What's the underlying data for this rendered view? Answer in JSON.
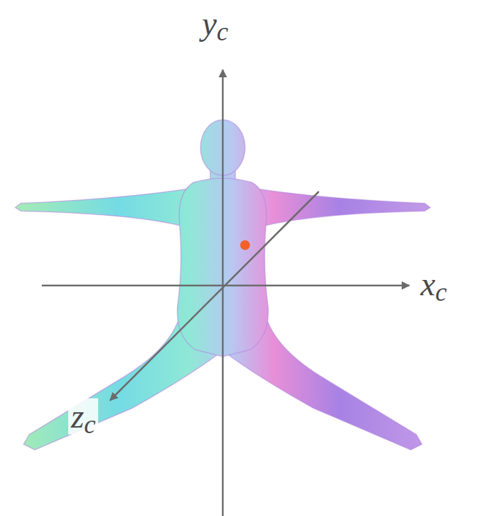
{
  "diagram": {
    "labels": [
      "yc",
      "xc",
      "zc"
    ]
  }
}
